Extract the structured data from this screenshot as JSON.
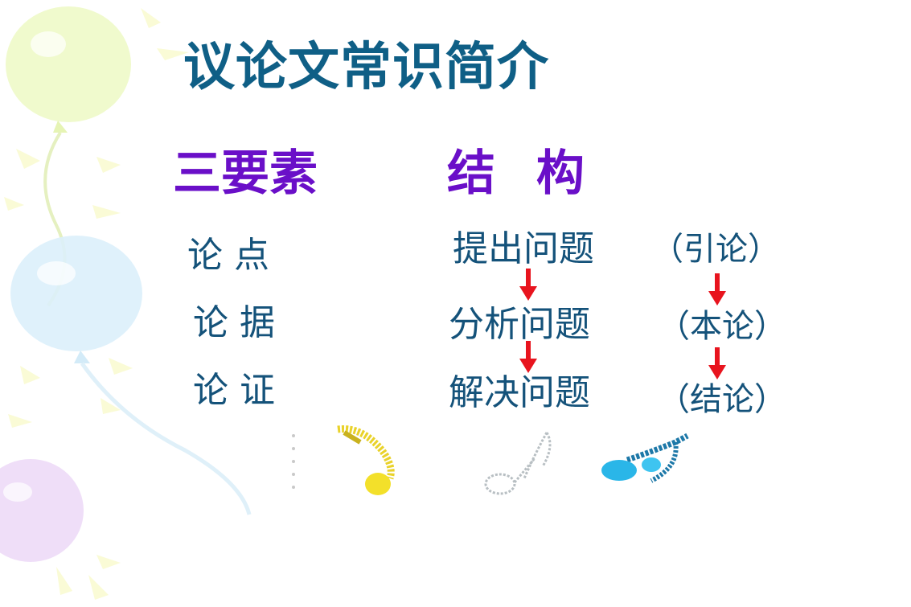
{
  "title": "议论文常识简介",
  "sections": {
    "elements_heading": "三要素",
    "structure_heading": "结 构"
  },
  "elements": [
    "论 点",
    "论 据",
    "论 证"
  ],
  "structure": {
    "steps": [
      "提出问题",
      "分析问题",
      "解决问题"
    ],
    "parts": [
      "（引论）",
      "（本论）",
      "（结论）"
    ]
  },
  "colors": {
    "title": "#0f5f86",
    "heading": "#6a0fc8",
    "body_text": "#14527a",
    "arrow": "#e8141e"
  },
  "icons": [
    "balloon-icon",
    "music-note-icon",
    "down-arrow-icon"
  ]
}
